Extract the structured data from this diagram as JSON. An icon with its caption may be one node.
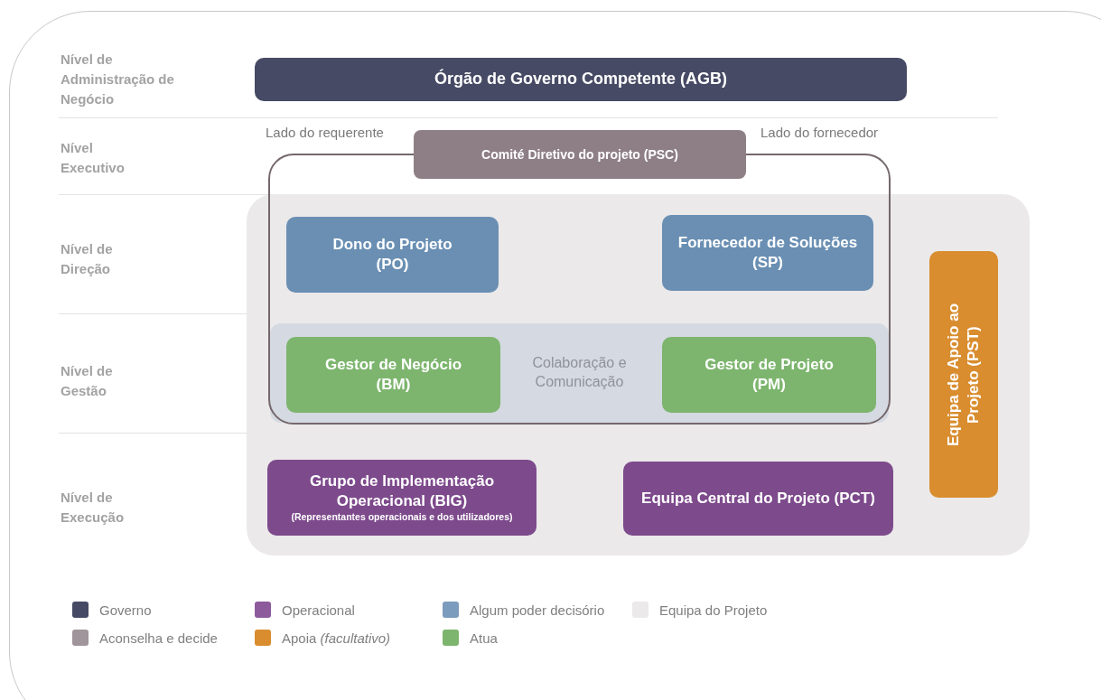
{
  "diagram": {
    "nodes": [
      {
        "text": [
          "Órgão de Governo Competente (AGB)"
        ]
      },
      {
        "text": [],
        "shape": "box"
      },
      {
        "text": [],
        "shape": "box"
      },
      {
        "text": [
          "Comité Diretivo do projeto (PSC)"
        ]
      },
      {
        "text": [
          "Dono do Projeto (PO)"
        ],
        "in": 2
      },
      {
        "text": [
          "Fornecedor de Soluções (SP)"
        ],
        "in": 2
      },
      {
        "text": [
          "Colaboração e Comunicação"
        ],
        "in": 2
      },
      {
        "text": [
          "Gestor de Negócio (BM)"
        ],
        "in": 6
      },
      {
        "text": [
          "Gestor de Projeto (PM)"
        ],
        "in": 6
      },
      {
        "text": [
          "Equipa de Apoio ao Projeto (PST)"
        ],
        "in": 1
      },
      {
        "text": [
          "Grupo de Implementação Operacional (BIG)",
          "(Representantes operacionais e dos utilizadores)"
        ],
        "in": 1
      },
      {
        "text": [
          "Equipa Central do Projeto (PCT)"
        ],
        "in": 1
      }
    ],
    "labels": [
      "Nível de Administração de Negócio",
      "Nível Executivo",
      "Lado do requerente",
      "Lado do fornecedor",
      "Nível de Direção",
      "Nível de Gestão",
      "Nível de Execução"
    ],
    "legend": [
      {
        "text": "Governo",
        "color": "#464a64"
      },
      {
        "text": "Operacional",
        "color": "#8d5a9c"
      },
      {
        "text": "Algum poder decisório",
        "color": "#7b9cbc"
      },
      {
        "text": "Equipa do Projeto",
        "color": "#ebe9ea"
      },
      {
        "text": "Aconselha e decide",
        "color": "#a0959a"
      },
      {
        "text": "Apoia *(facultativo)*",
        "color": "#d98d2f"
      },
      {
        "text": "Atua",
        "color": "#7db56e"
      }
    ]
  }
}
